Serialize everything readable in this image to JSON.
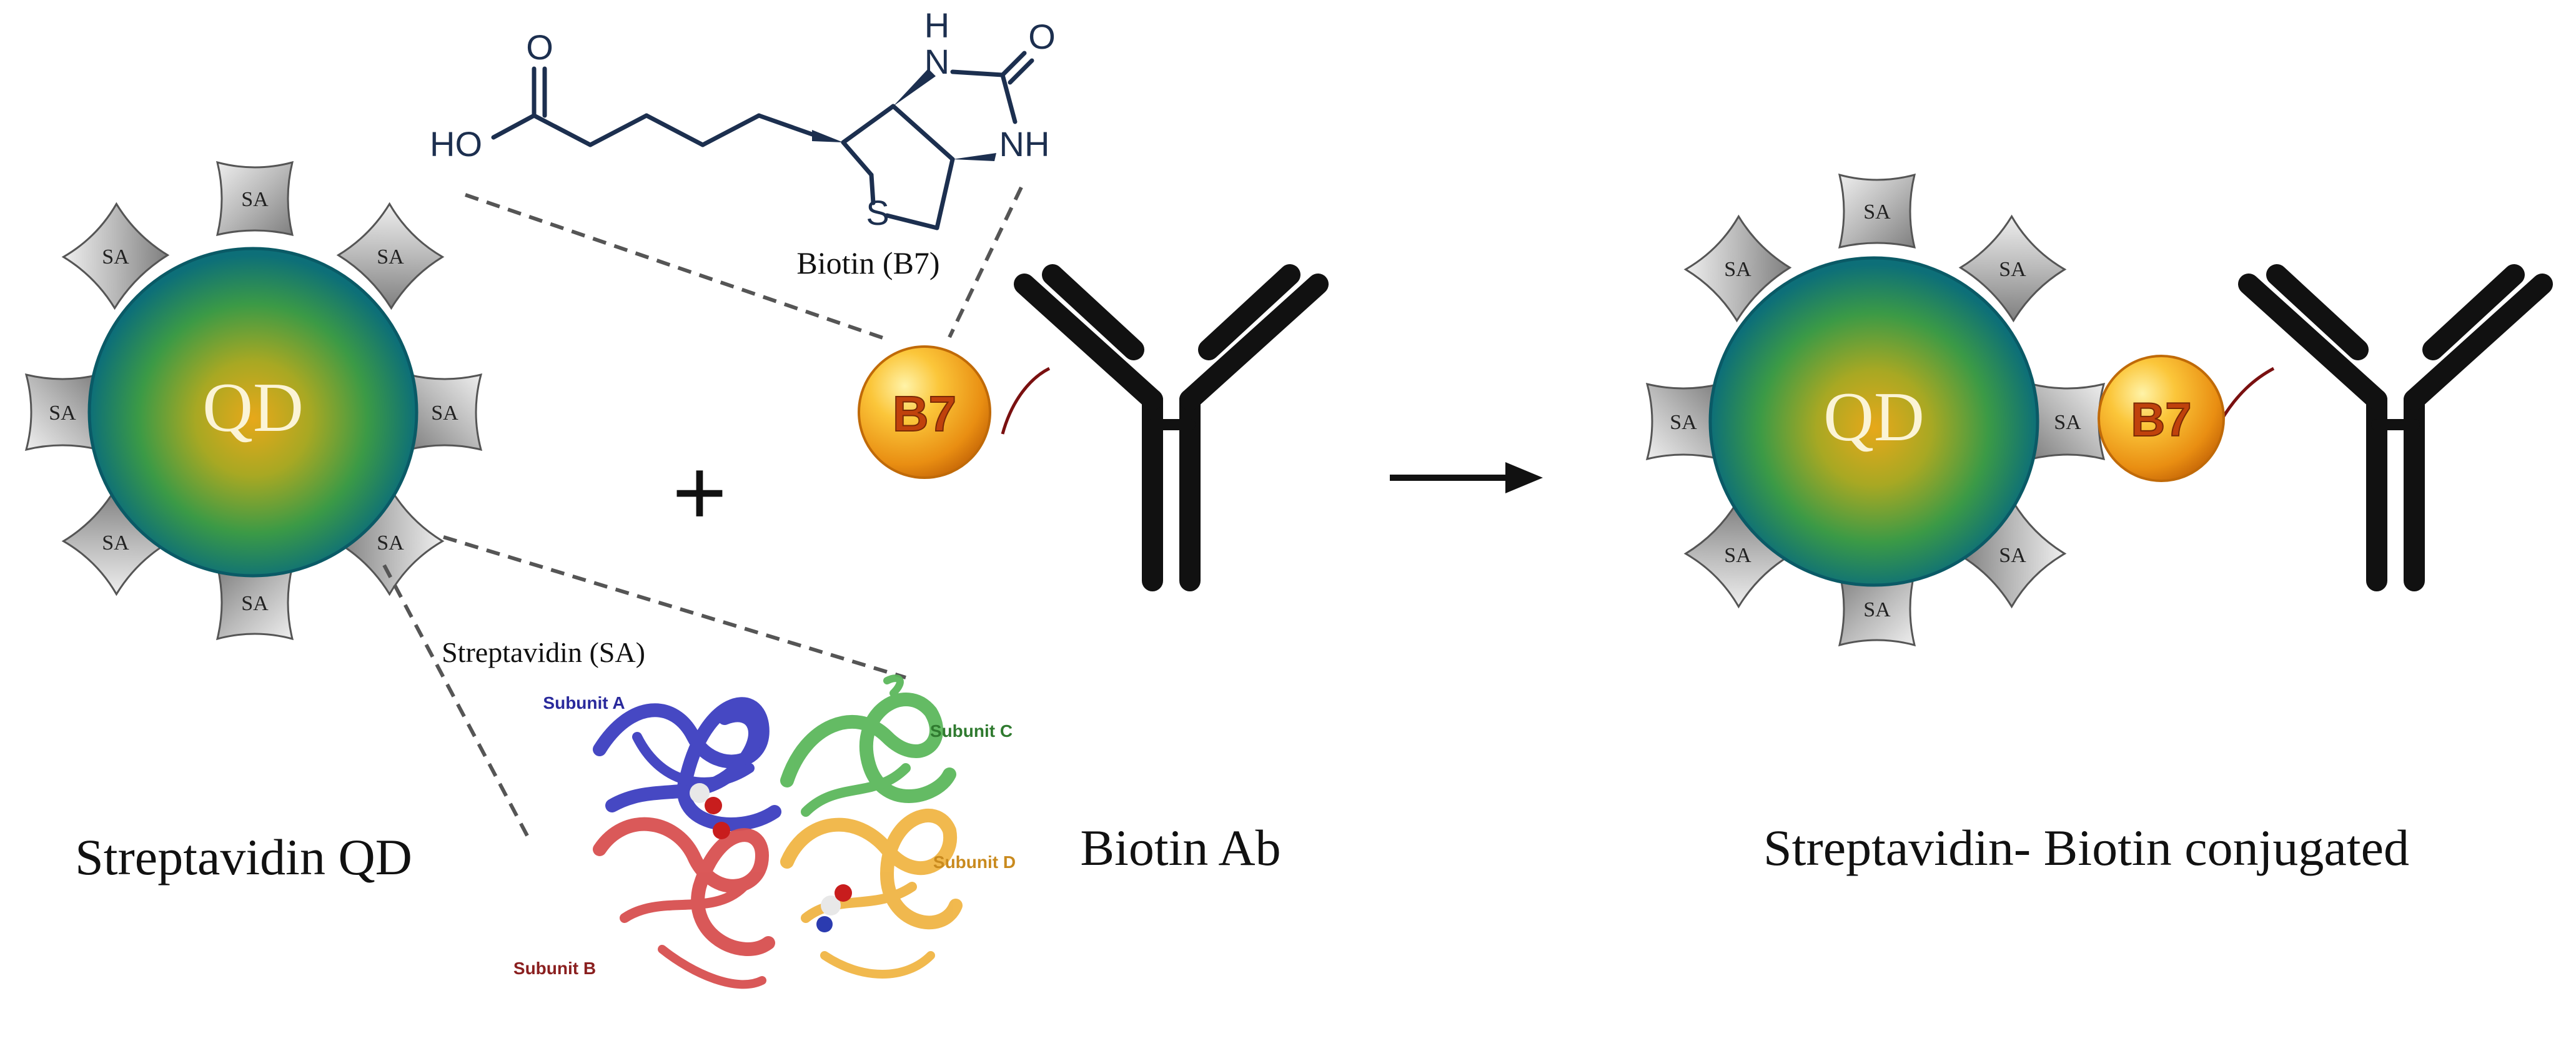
{
  "left_qd": {
    "core_label": "QD",
    "caption": "Streptavidin QD",
    "sa_labels": [
      "SA",
      "SA",
      "SA",
      "SA",
      "SA",
      "SA",
      "SA",
      "SA"
    ]
  },
  "biotin": {
    "caption": "Biotin (B7)",
    "atoms": {
      "ho": "HO",
      "o_acid": "O",
      "s": "S",
      "nh_top": "H",
      "n_top": "N",
      "o_urea": "O",
      "nh_right": "NH"
    }
  },
  "streptavidin": {
    "caption": "Streptavidin (SA)",
    "subunits": [
      {
        "label": "Subunit A",
        "color": "#2a2a9c"
      },
      {
        "label": "Subunit B",
        "color": "#8a1f1f"
      },
      {
        "label": "Subunit C",
        "color": "#2f7a2f"
      },
      {
        "label": "Subunit D",
        "color": "#c98a1e"
      }
    ]
  },
  "plus_sign": "+",
  "antibody": {
    "b7_label": "B7",
    "caption": "Biotin Ab"
  },
  "product": {
    "core_label": "QD",
    "b7_label": "B7",
    "caption": "Streptavidin- Biotin conjugated",
    "sa_labels": [
      "SA",
      "SA",
      "SA",
      "SA",
      "SA",
      "SA",
      "SA",
      "SA"
    ]
  },
  "colors": {
    "qd_center": "#e0a418",
    "qd_mid": "#3a9a45",
    "qd_edge": "#0b6a78",
    "b7_gold": "#f4a21a",
    "sa_gray": "#b8b8b8",
    "antibody": "#111111"
  }
}
